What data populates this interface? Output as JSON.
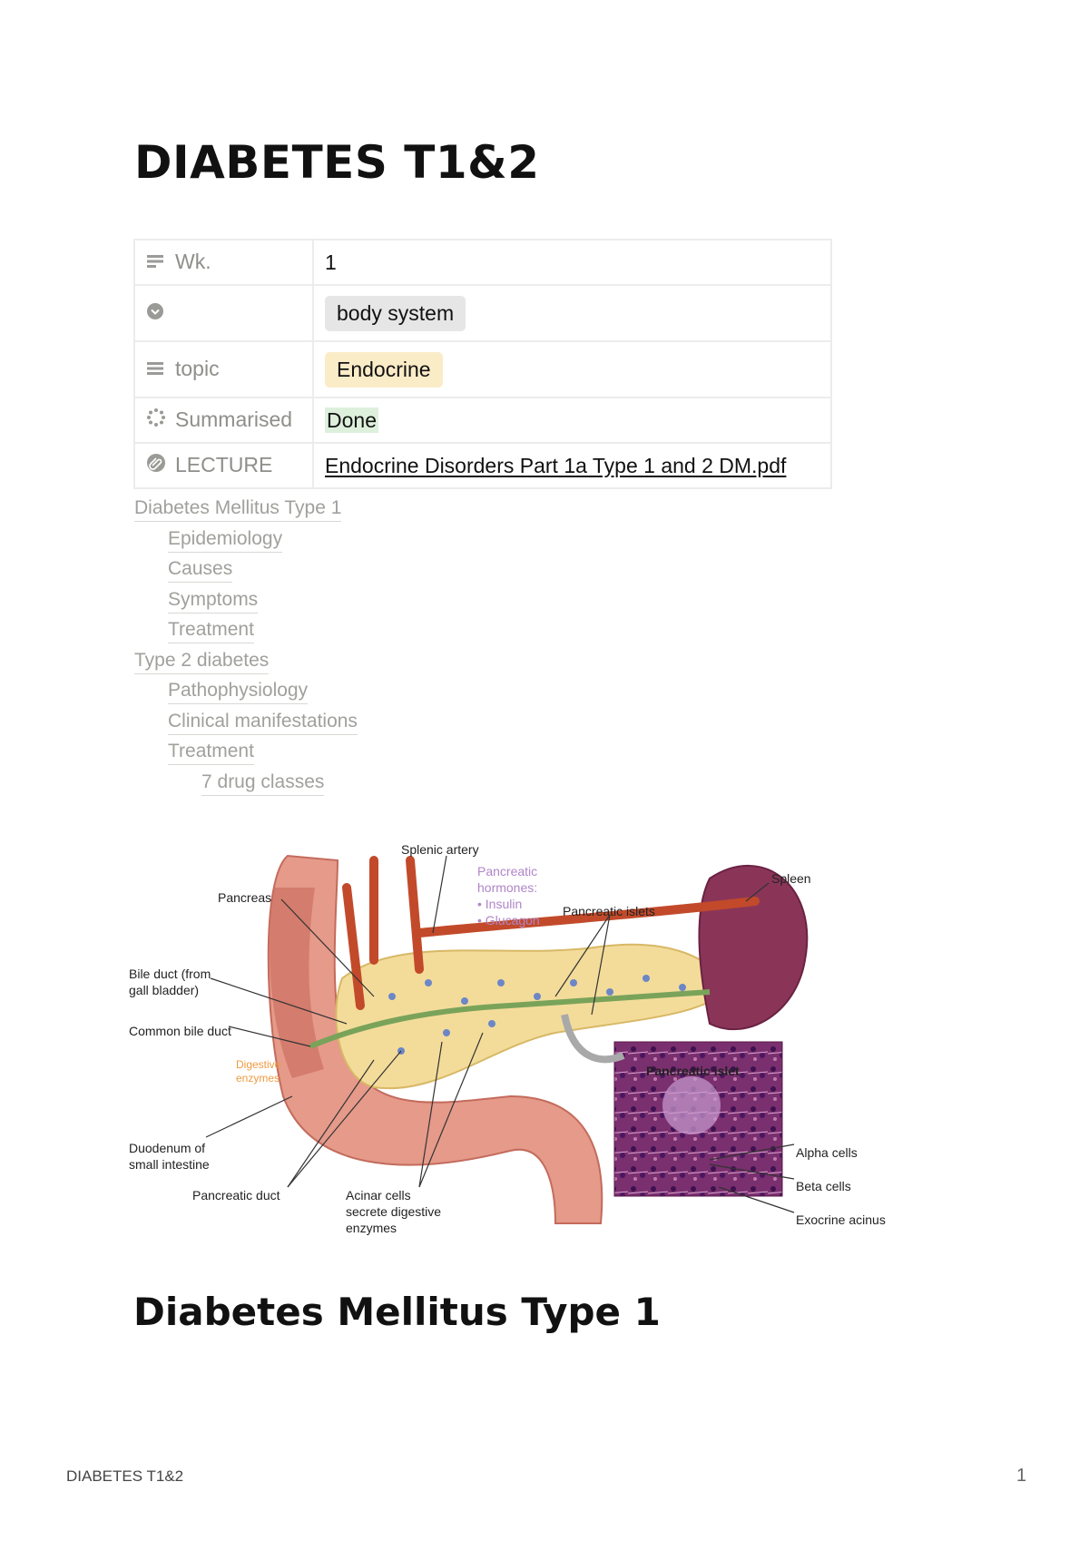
{
  "page": {
    "title": "DIABETES T1&2"
  },
  "properties": [
    {
      "label": "Wk.",
      "value": "1",
      "icon": "text-lines-icon"
    },
    {
      "label": "",
      "value": "body system",
      "icon": "select-circle-icon"
    },
    {
      "label": "topic",
      "value": "Endocrine",
      "icon": "list-icon"
    },
    {
      "label": "Summarised",
      "value": "Done",
      "icon": "status-loading-icon"
    },
    {
      "label": "LECTURE",
      "value": "Endocrine Disorders Part 1a Type 1 and 2 DM.pdf",
      "icon": "paperclip-icon"
    }
  ],
  "toc": [
    {
      "label": "Diabetes Mellitus Type 1",
      "level": 1
    },
    {
      "label": "Epidemiology",
      "level": 2
    },
    {
      "label": "Causes",
      "level": 2
    },
    {
      "label": "Symptoms",
      "level": 2
    },
    {
      "label": "Treatment",
      "level": 2
    },
    {
      "label": "Type 2 diabetes",
      "level": 1
    },
    {
      "label": "Pathophysiology",
      "level": 2
    },
    {
      "label": "Clinical manifestations",
      "level": 2
    },
    {
      "label": "Treatment",
      "level": 2
    },
    {
      "label": "7 drug classes",
      "level": 3
    }
  ],
  "figure": {
    "labels": {
      "splenic_artery": "Splenic artery",
      "pancreatic_hormones_1": "Pancreatic",
      "pancreatic_hormones_2": "hormones:",
      "insulin": "• Insulin",
      "glucagon": "• Glucagon",
      "spleen": "Spleen",
      "pancreas": "Pancreas",
      "pancreatic_islets": "Pancreatic islets",
      "bile_duct_1": "Bile duct (from",
      "bile_duct_2": "gall bladder)",
      "common_bile_duct": "Common bile duct",
      "digestive_1": "Digestive",
      "digestive_2": "enzymes",
      "pancreatic_islet": "Pancreatic islet",
      "duodenum_1": "Duodenum of",
      "duodenum_2": "small intestine",
      "alpha_cells": "Alpha cells",
      "beta_cells": "Beta cells",
      "exocrine_acinus": "Exocrine acinus",
      "pancreatic_duct": "Pancreatic duct",
      "acinar_1": "Acinar cells",
      "acinar_2": "secrete digestive",
      "acinar_3": "enzymes"
    }
  },
  "section": {
    "heading": "Diabetes Mellitus Type 1"
  },
  "footer": {
    "title": "DIABETES T1&2",
    "page_number": "1"
  }
}
